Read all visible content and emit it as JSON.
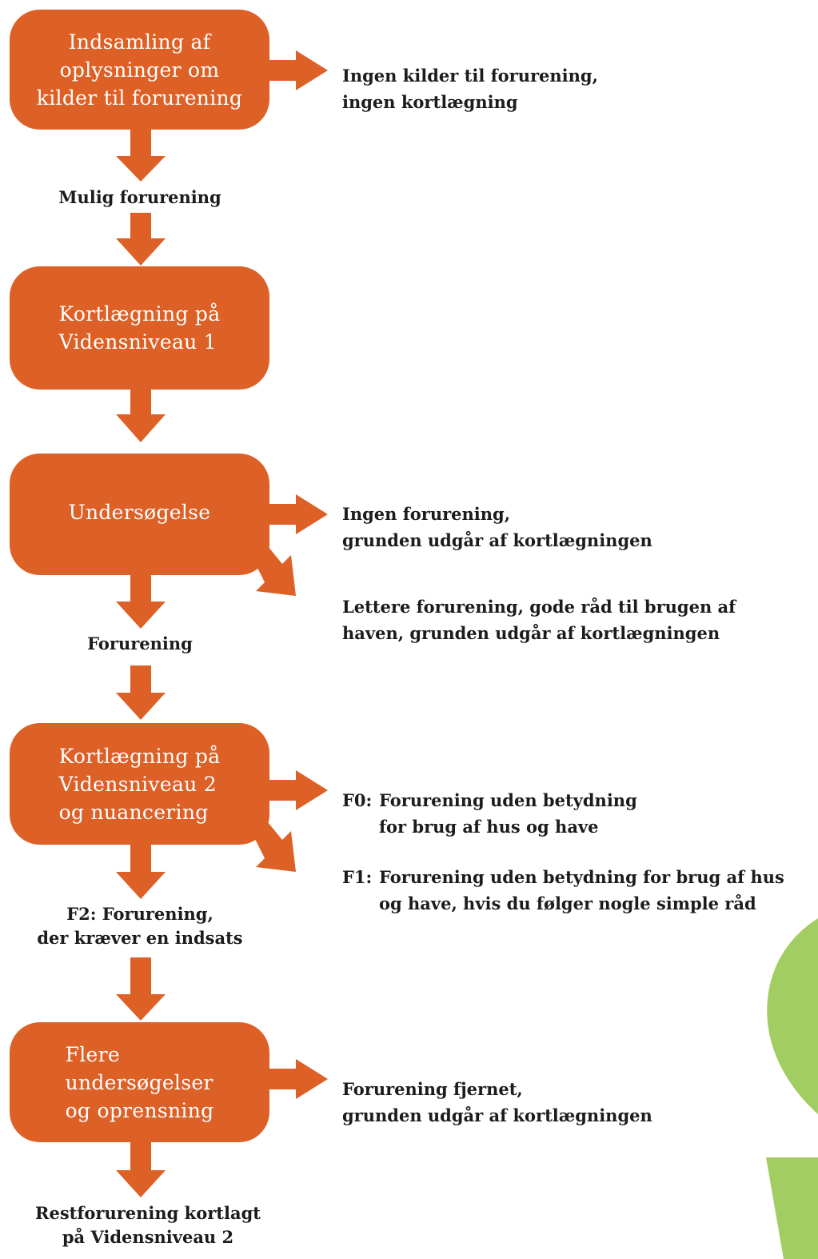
{
  "colors": {
    "box": "#dd6127",
    "arrow": "#dd6127",
    "accent": "#a2cd63",
    "text": "#1c1c1c"
  },
  "steps": [
    {
      "text": "Indsamling af\noplysninger om\nkilder til forurening"
    },
    {
      "text": "Kortlægning på\nVidensniveau 1"
    },
    {
      "text": "Undersøgelse"
    },
    {
      "text": "Kortlægning på\nVidensniveau 2\nog nuancering"
    },
    {
      "text": "Flere\nundersøgelser\nog oprensning"
    }
  ],
  "flow_labels": {
    "mulig": "Mulig forurening",
    "forurening": "Forurening",
    "f2": "F2: Forurening,\nder kræver en indsats",
    "rest": "Restforurening kortlagt\npå Vidensniveau 2"
  },
  "outcomes": {
    "ingen_kilder": "Ingen kilder til forurening,\ningen kortlægning",
    "ingen_forurening": "Ingen forurening,\ngrunden udgår af kortlægningen",
    "lettere": "Lettere forurening, gode råd til brugen af\nhaven, grunden udgår af kortlægningen",
    "f0": {
      "code": "F0:",
      "text": "Forurening uden betydning\nfor brug af hus og have"
    },
    "f1": {
      "code": "F1:",
      "text": "Forurening uden betydning for brug af hus\nog have, hvis du følger nogle simple råd"
    },
    "fjernet": "Forurening fjernet,\ngrunden udgår af kortlægningen"
  }
}
